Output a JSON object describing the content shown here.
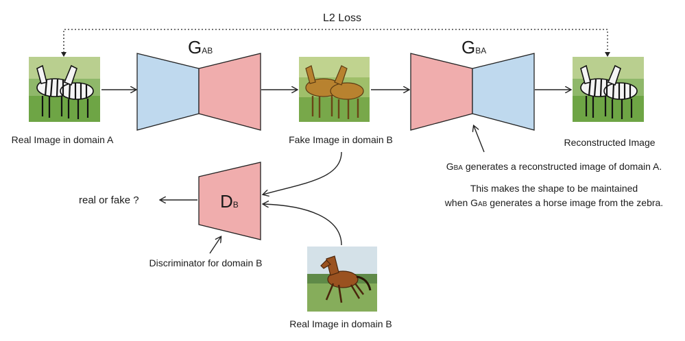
{
  "loss_label": "L2 Loss",
  "generators": {
    "gab": {
      "letter": "G",
      "sub": "AB"
    },
    "gba": {
      "letter": "G",
      "sub": "BA"
    }
  },
  "discriminator": {
    "letter": "D",
    "sub": "B"
  },
  "images": {
    "real_a": "Real Image in domain A",
    "fake_b": "Fake Image in domain B",
    "reconstructed": "Reconstructed Image",
    "real_b": "Real Image in domain B"
  },
  "output_label": "real or fake ?",
  "disc_caption": "Discriminator for domain B",
  "note": {
    "line1_sub": "BA",
    "line1_rest": " generates a reconstructed image of domain A.",
    "line2": "This makes the shape to be maintained",
    "line3_pre": "when G",
    "line3_sub": "AB",
    "line3_rest": " generates a horse image from the zebra."
  },
  "colors": {
    "encoder_blue": "#bfd9ee",
    "decoder_pink": "#f0adad",
    "stroke": "#222222"
  }
}
